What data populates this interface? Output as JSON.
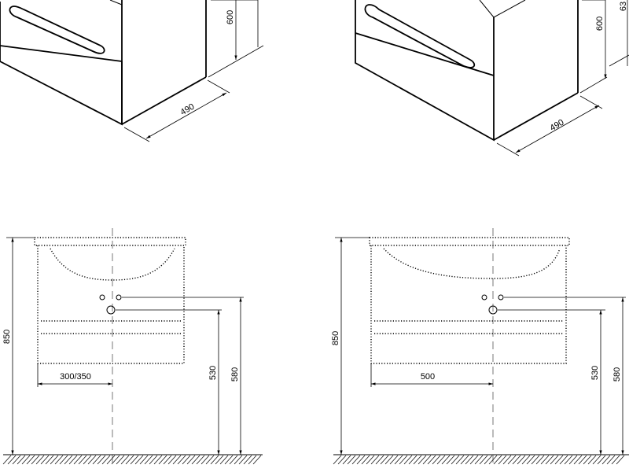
{
  "dimensions": {
    "top_left_height": "600",
    "top_left_depth": "490",
    "top_right_height": "600",
    "top_right_height_partial": "63",
    "top_right_depth": "490",
    "bottom_left_total_height": "850",
    "bottom_left_offset": "300/350",
    "bottom_left_drain_height": "530",
    "bottom_left_pipe_height": "580",
    "bottom_right_total_height": "850",
    "bottom_right_offset": "500",
    "bottom_right_drain_height": "530",
    "bottom_right_pipe_height": "580"
  }
}
